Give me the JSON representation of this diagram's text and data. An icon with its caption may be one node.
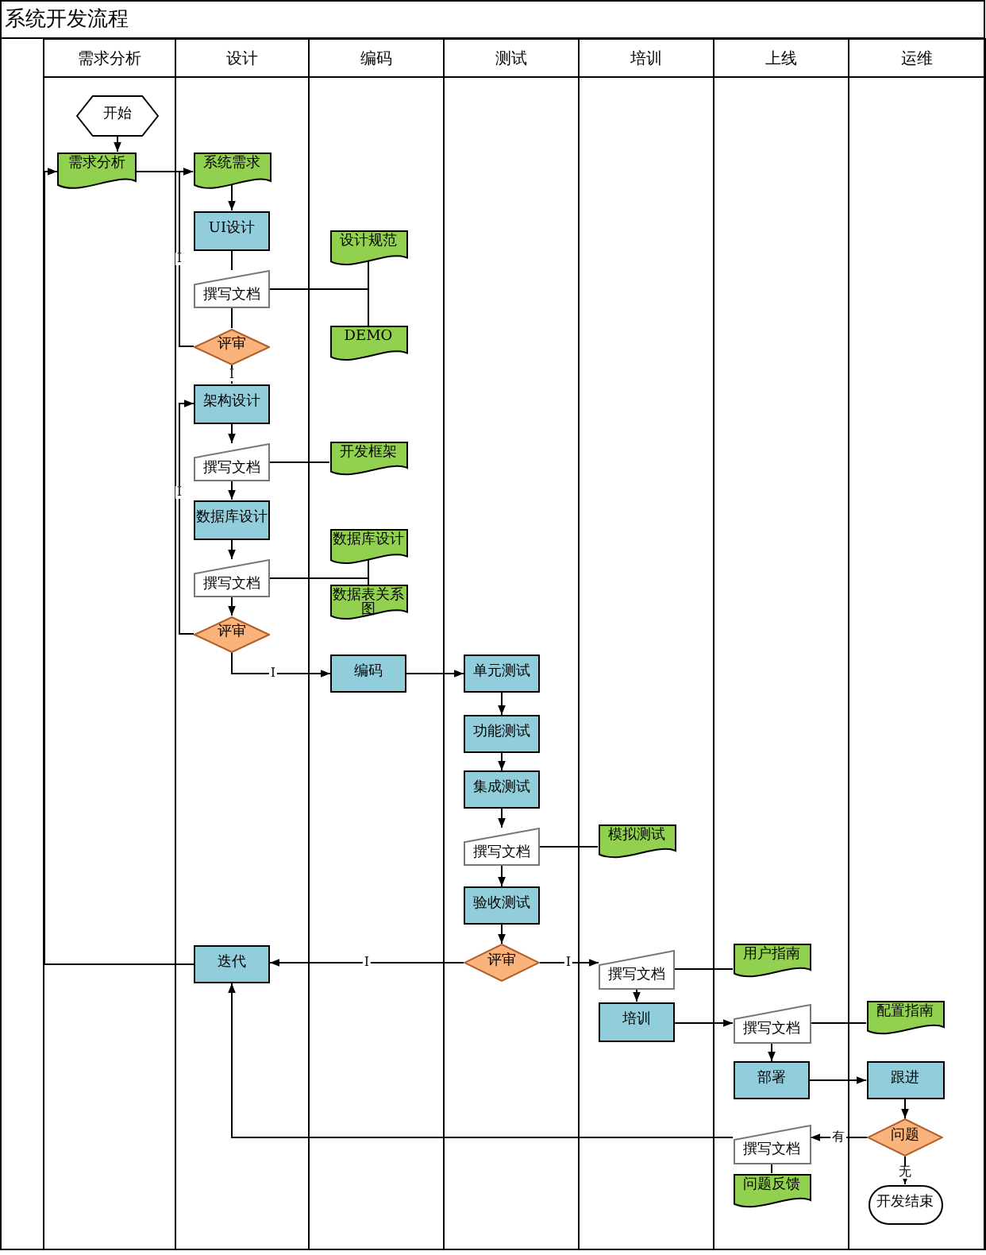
{
  "diagram": {
    "title": "系统开发流程",
    "nodes": [
      {
        "text": [
          "需求分析"
        ]
      },
      {
        "text": [
          "设计"
        ]
      },
      {
        "text": [
          "编码"
        ]
      },
      {
        "text": [
          "测试"
        ]
      },
      {
        "text": [
          "培训"
        ]
      },
      {
        "text": [
          "上线"
        ]
      },
      {
        "text": [
          "运维"
        ]
      },
      {
        "text": [
          "开始"
        ],
        "in": 0
      },
      {
        "text": [
          "需求分析"
        ],
        "in": 0
      },
      {
        "text": [
          "系统需求"
        ],
        "in": 1
      },
      {
        "text": [
          "UI设计"
        ],
        "in": 1
      },
      {
        "text": [
          "撰写文档"
        ],
        "in": 1
      },
      {
        "text": [
          "评审"
        ],
        "in": 1
      },
      {
        "text": [
          "设计规范"
        ],
        "in": 2
      },
      {
        "text": [
          "DEMO"
        ],
        "in": 2
      },
      {
        "text": [
          "架构设计"
        ],
        "in": 1
      },
      {
        "text": [
          "撰写文档"
        ],
        "in": 1
      },
      {
        "text": [
          "开发框架"
        ],
        "in": 2
      },
      {
        "text": [
          "数据库设计"
        ],
        "in": 1
      },
      {
        "text": [
          "撰写文档"
        ],
        "in": 1
      },
      {
        "text": [
          "数据库设计"
        ],
        "in": 2
      },
      {
        "text": [
          "数据表关系图"
        ],
        "in": 2
      },
      {
        "text": [
          "评审"
        ],
        "in": 1
      },
      {
        "text": [
          "编码"
        ],
        "in": 2
      },
      {
        "text": [
          "单元测试"
        ],
        "in": 3
      },
      {
        "text": [
          "功能测试"
        ],
        "in": 3
      },
      {
        "text": [
          "集成测试"
        ],
        "in": 3
      },
      {
        "text": [
          "撰写文档"
        ],
        "in": 3
      },
      {
        "text": [
          "模拟测试"
        ],
        "in": 4
      },
      {
        "text": [
          "验收测试"
        ],
        "in": 3
      },
      {
        "text": [
          "评审"
        ],
        "in": 3
      },
      {
        "text": [
          "迭代"
        ],
        "in": 1
      },
      {
        "text": [
          "撰写文档"
        ],
        "in": 4
      },
      {
        "text": [
          "用户指南"
        ],
        "in": 5
      },
      {
        "text": [
          "培训"
        ],
        "in": 4
      },
      {
        "text": [
          "撰写文档"
        ],
        "in": 5
      },
      {
        "text": [
          "配置指南"
        ],
        "in": 6
      },
      {
        "text": [
          "部署"
        ],
        "in": 5
      },
      {
        "text": [
          "跟进"
        ],
        "in": 6
      },
      {
        "text": [
          "问题"
        ],
        "in": 6
      },
      {
        "text": [
          "撰写文档"
        ],
        "in": 5
      },
      {
        "text": [
          "问题反馈"
        ],
        "in": 5
      },
      {
        "text": [
          "开发结束"
        ],
        "in": 6
      }
    ],
    "edges": [
      {
        "from": 7,
        "to": 8,
        "arrow": "to"
      },
      {
        "from": 8,
        "to": 9,
        "arrow": "to"
      },
      {
        "from": 9,
        "to": 10,
        "arrow": "to"
      },
      {
        "from": 10,
        "to": 11,
        "arrow": "none"
      },
      {
        "from": 11,
        "to": 13,
        "arrow": "none"
      },
      {
        "from": 11,
        "to": 14,
        "arrow": "none"
      },
      {
        "from": 11,
        "to": 12,
        "arrow": "none"
      },
      {
        "from": 12,
        "to": 9,
        "arrow": "to",
        "label": "I"
      },
      {
        "from": 12,
        "to": 15,
        "arrow": "to",
        "label": "I"
      },
      {
        "from": 15,
        "to": 16,
        "arrow": "to"
      },
      {
        "from": 16,
        "to": 17,
        "arrow": "none"
      },
      {
        "from": 16,
        "to": 18,
        "arrow": "to"
      },
      {
        "from": 18,
        "to": 19,
        "arrow": "to"
      },
      {
        "from": 19,
        "to": 20,
        "arrow": "none"
      },
      {
        "from": 19,
        "to": 21,
        "arrow": "none"
      },
      {
        "from": 19,
        "to": 22,
        "arrow": "to"
      },
      {
        "from": 22,
        "to": 15,
        "arrow": "to",
        "label": "I"
      },
      {
        "from": 22,
        "to": 23,
        "arrow": "to",
        "label": "I"
      },
      {
        "from": 23,
        "to": 24,
        "arrow": "to"
      },
      {
        "from": 24,
        "to": 25,
        "arrow": "to"
      },
      {
        "from": 25,
        "to": 26,
        "arrow": "to"
      },
      {
        "from": 26,
        "to": 27,
        "arrow": "to"
      },
      {
        "from": 27,
        "to": 28,
        "arrow": "none"
      },
      {
        "from": 27,
        "to": 29,
        "arrow": "to"
      },
      {
        "from": 29,
        "to": 30,
        "arrow": "to"
      },
      {
        "from": 30,
        "to": 31,
        "arrow": "to",
        "label": "I"
      },
      {
        "from": 30,
        "to": 32,
        "arrow": "to",
        "label": "I"
      },
      {
        "from": 32,
        "to": 33,
        "arrow": "none"
      },
      {
        "from": 32,
        "to": 34,
        "arrow": "to"
      },
      {
        "from": 34,
        "to": 35,
        "arrow": "to"
      },
      {
        "from": 35,
        "to": 36,
        "arrow": "none"
      },
      {
        "from": 35,
        "to": 37,
        "arrow": "to"
      },
      {
        "from": 37,
        "to": 38,
        "arrow": "to"
      },
      {
        "from": 38,
        "to": 39,
        "arrow": "to"
      },
      {
        "from": 39,
        "to": 40,
        "arrow": "to",
        "label": "有"
      },
      {
        "from": 40,
        "to": 41,
        "arrow": "none"
      },
      {
        "from": 40,
        "to": 31,
        "arrow": "to"
      },
      {
        "from": 39,
        "to": 42,
        "arrow": "to",
        "label": "无"
      },
      {
        "from": 31,
        "to": 8,
        "arrow": "to"
      }
    ]
  }
}
